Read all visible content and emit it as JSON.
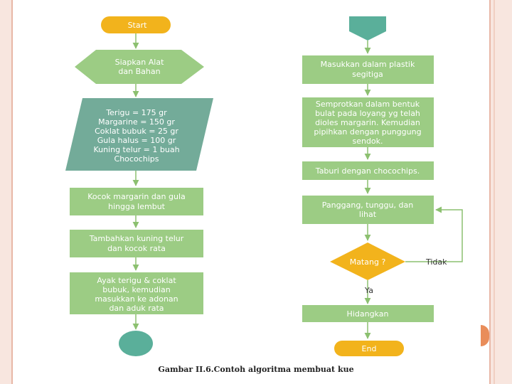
{
  "colors": {
    "process": "#9ccc84",
    "data": "#73ab99",
    "terminator": "#f2b31c",
    "connector": "#5aaf9a",
    "decision": "#f2b31c",
    "arrow": "#8cc070"
  },
  "left_column": {
    "start": "Start",
    "prepare": [
      "Siapkan Alat",
      "dan Bahan"
    ],
    "ingredients": [
      "Terigu = 175 gr",
      "Margarine = 150 gr",
      "Coklat bubuk = 25 gr",
      "Gula halus = 100 gr",
      "Kuning telur = 1 buah",
      "Chocochips"
    ],
    "step1": [
      "Kocok margarin dan gula",
      "hingga lembut"
    ],
    "step2": [
      "Tambahkan kuning telur",
      "dan kocok rata"
    ],
    "step3": [
      "Ayak terigu & coklat",
      "bubuk, kemudian",
      "masukkan ke adonan",
      "dan aduk rata"
    ]
  },
  "right_column": {
    "step4": [
      "Masukkan dalam plastik",
      "segitiga"
    ],
    "step5": [
      "Semprotkan dalam bentuk",
      "bulat pada loyang yg telah",
      "dioles margarin. Kemudian",
      "pipihkan dengan punggung",
      "sendok."
    ],
    "step6": [
      "Taburi dengan chocochips."
    ],
    "step7": [
      "Panggang, tunggu, dan",
      "lihat"
    ],
    "decision": "Matang ?",
    "no_label": "Tidak",
    "yes_label": "Ya",
    "step8": [
      "Hidangkan"
    ],
    "end": "End"
  },
  "caption": "Gambar II.6.Contoh algoritma membuat kue"
}
